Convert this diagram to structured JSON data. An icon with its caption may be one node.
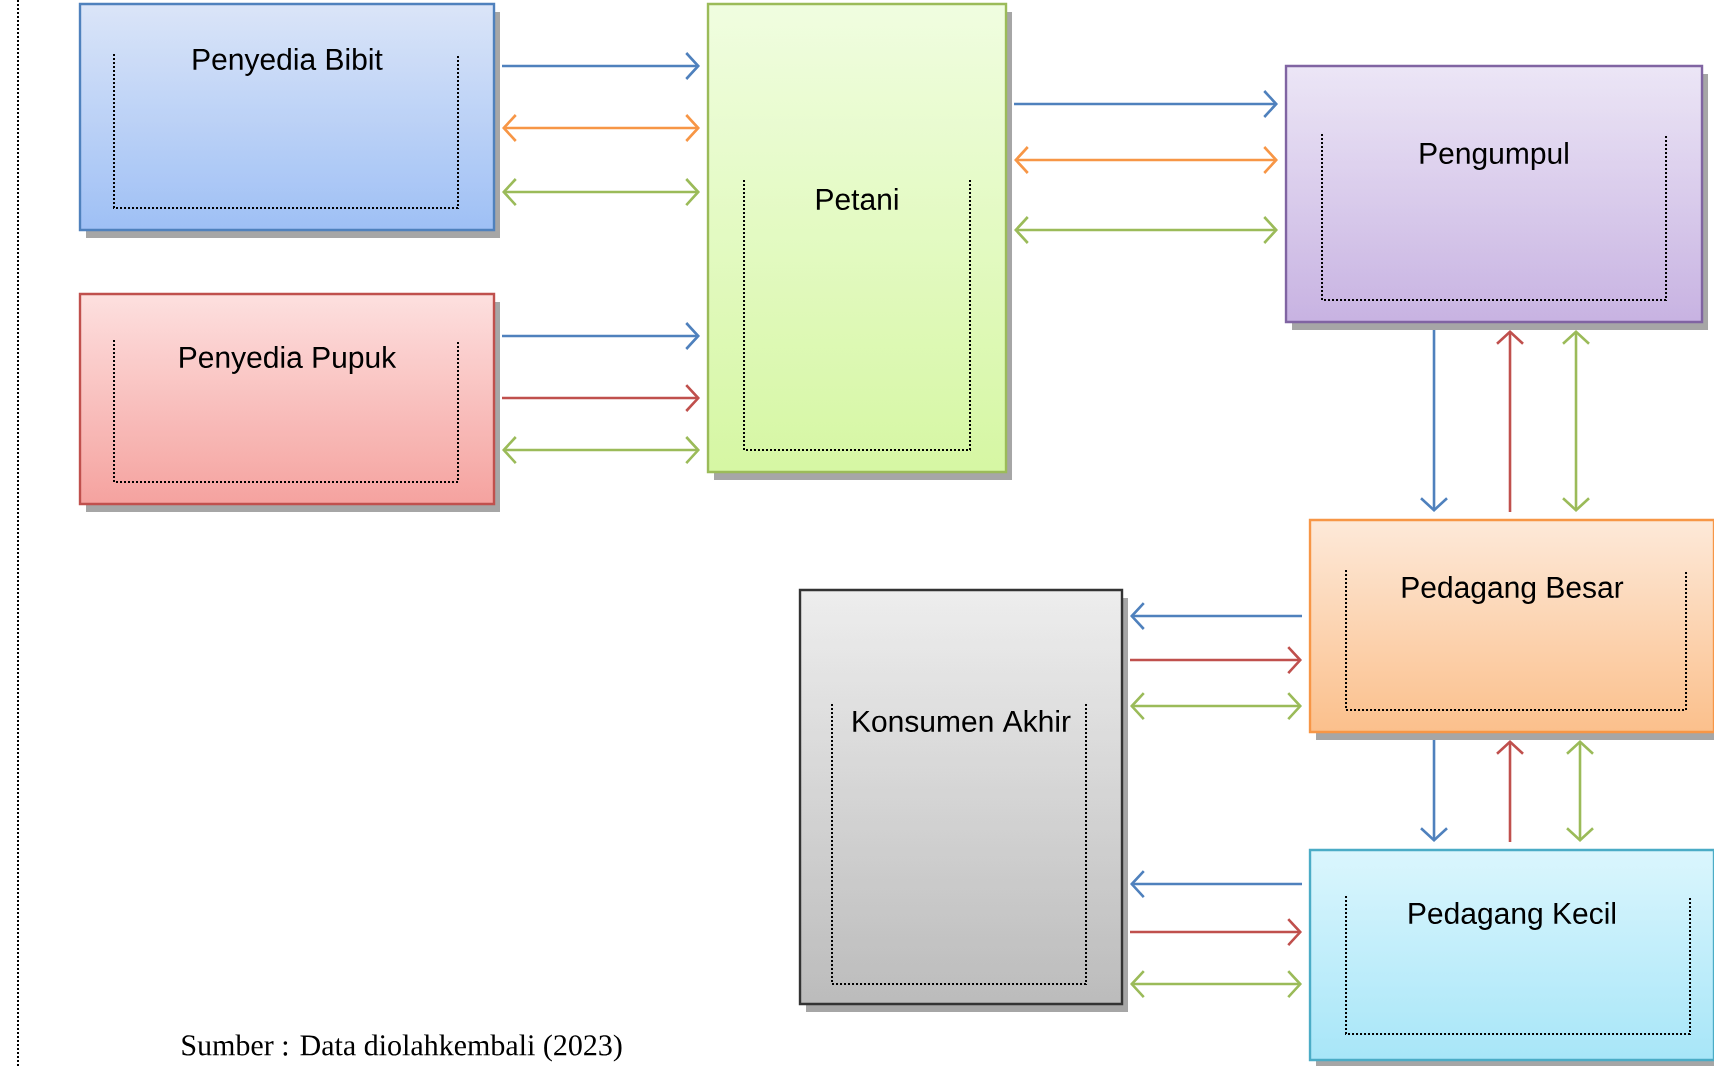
{
  "diagram": {
    "caption": "Sumber : Data diolahkembali (2023)",
    "nodes": [
      {
        "text": [
          "Penyedia Bibit"
        ]
      },
      {
        "text": [
          "Penyedia Pupuk"
        ]
      },
      {
        "text": [
          "Petani"
        ]
      },
      {
        "text": [
          "Pengumpul"
        ]
      },
      {
        "text": [
          "Pedagang Besar"
        ]
      },
      {
        "text": [
          "Konsumen Akhir"
        ]
      },
      {
        "text": [
          "Pedagang Kecil"
        ]
      }
    ],
    "edges": [
      {
        "from": 0,
        "to": 2,
        "arrow": "to",
        "color": "#4f81bd"
      },
      {
        "from": 0,
        "to": 2,
        "arrow": "both",
        "color": "#f79646"
      },
      {
        "from": 0,
        "to": 2,
        "arrow": "both",
        "color": "#9bbb59"
      },
      {
        "from": 1,
        "to": 2,
        "arrow": "to",
        "color": "#4f81bd"
      },
      {
        "from": 1,
        "to": 2,
        "arrow": "to",
        "color": "#c0504d"
      },
      {
        "from": 1,
        "to": 2,
        "arrow": "both",
        "color": "#9bbb59"
      },
      {
        "from": 2,
        "to": 3,
        "arrow": "to",
        "color": "#4f81bd"
      },
      {
        "from": 2,
        "to": 3,
        "arrow": "both",
        "color": "#f79646"
      },
      {
        "from": 2,
        "to": 3,
        "arrow": "both",
        "color": "#9bbb59"
      },
      {
        "from": 3,
        "to": 4,
        "arrow": "to",
        "color": "#4f81bd"
      },
      {
        "from": 4,
        "to": 3,
        "arrow": "to",
        "color": "#c0504d"
      },
      {
        "from": 3,
        "to": 4,
        "arrow": "both",
        "color": "#9bbb59"
      },
      {
        "from": 4,
        "to": 5,
        "arrow": "to",
        "color": "#4f81bd"
      },
      {
        "from": 5,
        "to": 4,
        "arrow": "to",
        "color": "#c0504d"
      },
      {
        "from": 5,
        "to": 4,
        "arrow": "both",
        "color": "#9bbb59"
      },
      {
        "from": 4,
        "to": 6,
        "arrow": "to",
        "color": "#4f81bd"
      },
      {
        "from": 6,
        "to": 4,
        "arrow": "to",
        "color": "#c0504d"
      },
      {
        "from": 4,
        "to": 6,
        "arrow": "both",
        "color": "#9bbb59"
      },
      {
        "from": 6,
        "to": 5,
        "arrow": "to",
        "color": "#4f81bd"
      },
      {
        "from": 5,
        "to": 6,
        "arrow": "to",
        "color": "#c0504d"
      },
      {
        "from": 5,
        "to": 6,
        "arrow": "both",
        "color": "#9bbb59"
      }
    ]
  }
}
